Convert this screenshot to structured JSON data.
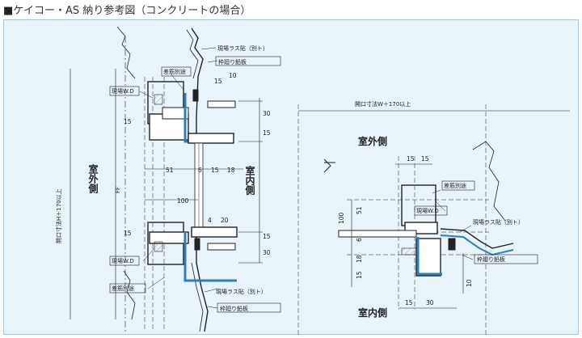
{
  "header": {
    "title_mark": "■",
    "title": "ケイコー・AS 納り参考図（コンクリートの場合）"
  },
  "left_drawing": {
    "labels": {
      "lath": "現場ラス貼（別ト）",
      "flashing": "枠廻り鉛板",
      "rebar": "差筋別途",
      "wd": "現場W.D",
      "exterior": "室外側",
      "interior": "室内側",
      "opening_h": "開口寸法H＋170以上",
      "ff": "FF"
    },
    "dims": {
      "d15": "15",
      "d10": "10",
      "d30": "30",
      "d51": "51",
      "d6": "6",
      "d18": "18",
      "d100": "100",
      "d4": "4",
      "d20": "20"
    }
  },
  "right_drawing": {
    "labels": {
      "opening_w": "開口寸法W＋170以上",
      "exterior": "室外側",
      "interior": "室内側",
      "rebar": "差筋別途",
      "wd": "現場W.D",
      "lath": "現場ラス貼（別ト）",
      "flashing": "枠廻り鉛板"
    },
    "dims": {
      "d15": "15",
      "d100": "100",
      "d51": "51",
      "d6": "6",
      "d18": "18",
      "d10": "10",
      "d30": "30"
    }
  },
  "colors": {
    "panel_bg": "#e8f3fa",
    "panel_border": "#9ccbe3",
    "sealant": "#2a7fc1",
    "line": "#222222"
  }
}
